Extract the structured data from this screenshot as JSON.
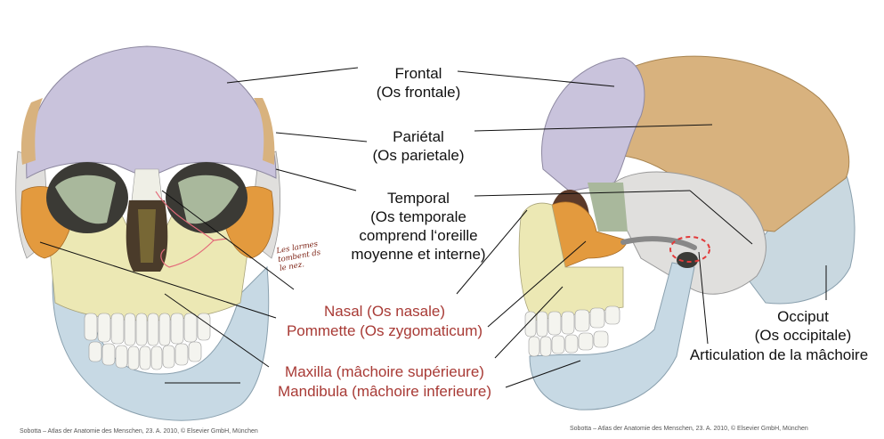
{
  "labels": {
    "frontal": [
      "Frontal",
      "(Os frontale)"
    ],
    "parietal": [
      "Pariétal",
      "(Os parietale)"
    ],
    "temporal": [
      "Temporal",
      "(Os temporale",
      "comprend l‘oreille",
      "moyenne et interne)"
    ],
    "nasal": "Nasal (Os nasale)",
    "pommette": "Pommette (Os zygomaticum)",
    "maxilla": "Maxilla (mâchoire supérieure)",
    "mandibula": "Mandibula (mâchoire inferieure)",
    "occiput": [
      "Occiput",
      "(Os occipitale)"
    ],
    "articulation": "Articulation de la mâchoire"
  },
  "handwritten_note": [
    "Les larmes",
    "tombent ds",
    "le nez."
  ],
  "credits": {
    "left": "Sobotta – Atlas der Anatomie des Menschen, 23. A. 2010, © Elsevier GmbH, München",
    "right": "Sobotta – Atlas der Anatomie des Menschen, 23. A. 2010, © Elsevier GmbH, München"
  },
  "colors": {
    "frontal": "#c9c3dc",
    "parietal": "#d8b27e",
    "temporal": "#e0dfdd",
    "zygomatic": "#e39a3e",
    "maxilla": "#ece8b4",
    "mandible": "#c7d9e4",
    "occipital": "#c9d8e0",
    "sphenoid": "#a9b89c",
    "label_red": "#a83a35"
  }
}
